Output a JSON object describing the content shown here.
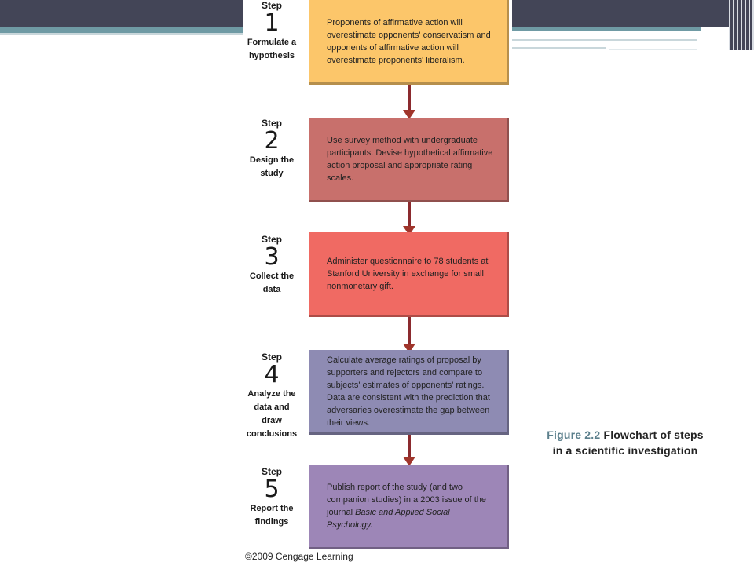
{
  "colors": {
    "banner": "#434557",
    "accent_teal": "#6f9aa4",
    "arrow": "#8b2a2e",
    "caption_number": "#5b7f8c"
  },
  "figure": {
    "steps": [
      {
        "word": "Step",
        "number": "1",
        "name_lines": [
          "Formulate a",
          "hypothesis"
        ],
        "text": "Proponents of affirmative action will overestimate opponents' conservatism and opponents of affirmative action will overestimate proponents' liberalism.",
        "color": "#fcc66a"
      },
      {
        "word": "Step",
        "number": "2",
        "name_lines": [
          "Design the",
          "study"
        ],
        "text": "Use survey method with undergraduate participants. Devise hypothetical affirmative action proposal and appropriate rating scales.",
        "color": "#c8706c"
      },
      {
        "word": "Step",
        "number": "3",
        "name_lines": [
          "Collect the data"
        ],
        "text": "Administer questionnaire to 78 students at Stanford University in exchange for small nonmonetary gift.",
        "color": "#f06a63"
      },
      {
        "word": "Step",
        "number": "4",
        "name_lines": [
          "Analyze the",
          "data and draw",
          "conclusions"
        ],
        "text": "Calculate average ratings of proposal by supporters and rejectors and compare to subjects' estimates of opponents' ratings. Data are consistent with the prediction that adversaries overestimate the gap between their views.",
        "color": "#8e8bb3"
      },
      {
        "word": "Step",
        "number": "5",
        "name_lines": [
          "Report the",
          "findings"
        ],
        "text_before": "Publish report of the study (and two companion studies) in a 2003 issue of the journal ",
        "text_italic": "Basic and Applied Social Psychology.",
        "color": "#9d86b7"
      }
    ],
    "copyright": "©2009 Cengage Learning"
  },
  "caption": {
    "number": "Figure 2.2",
    "text": "Flowchart of steps in a scientific investigation"
  }
}
